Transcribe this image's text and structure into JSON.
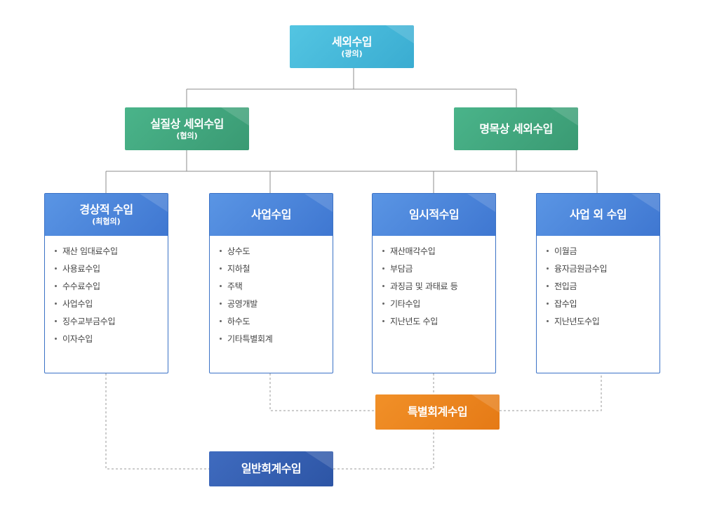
{
  "root": {
    "title": "세외수입",
    "sub": "(광의)"
  },
  "level1": {
    "left": {
      "title": "실질상 세외수입",
      "sub": "(협의)"
    },
    "right": {
      "title": "명목상 세외수입"
    }
  },
  "categories": [
    {
      "title": "경상적 수입",
      "sub": "(최협의)",
      "items": [
        "재산 임대료수입",
        "사용료수입",
        "수수료수입",
        "사업수입",
        "징수교부금수입",
        "이자수입"
      ]
    },
    {
      "title": "사업수입",
      "sub": "",
      "items": [
        "상수도",
        "지하철",
        "주택",
        "공영개발",
        "하수도",
        "기타특별회계"
      ]
    },
    {
      "title": "임시적수입",
      "sub": "",
      "items": [
        "재산매각수입",
        "부담금",
        "과징금 및 과태료 등",
        "기타수입",
        "지난년도 수입"
      ]
    },
    {
      "title": "사업 외 수입",
      "sub": "",
      "items": [
        "이월금",
        "융자금원금수입",
        "전입금",
        "잡수입",
        "지난년도수입"
      ]
    }
  ],
  "special_account": {
    "title": "특별회계수입"
  },
  "general_account": {
    "title": "일반회계수입"
  },
  "colors": {
    "root": "#3fb3d6",
    "level1": "#3fa37a",
    "category": "#4a84d9",
    "special": "#e98220",
    "general": "#3460b0",
    "line": "#999999"
  }
}
